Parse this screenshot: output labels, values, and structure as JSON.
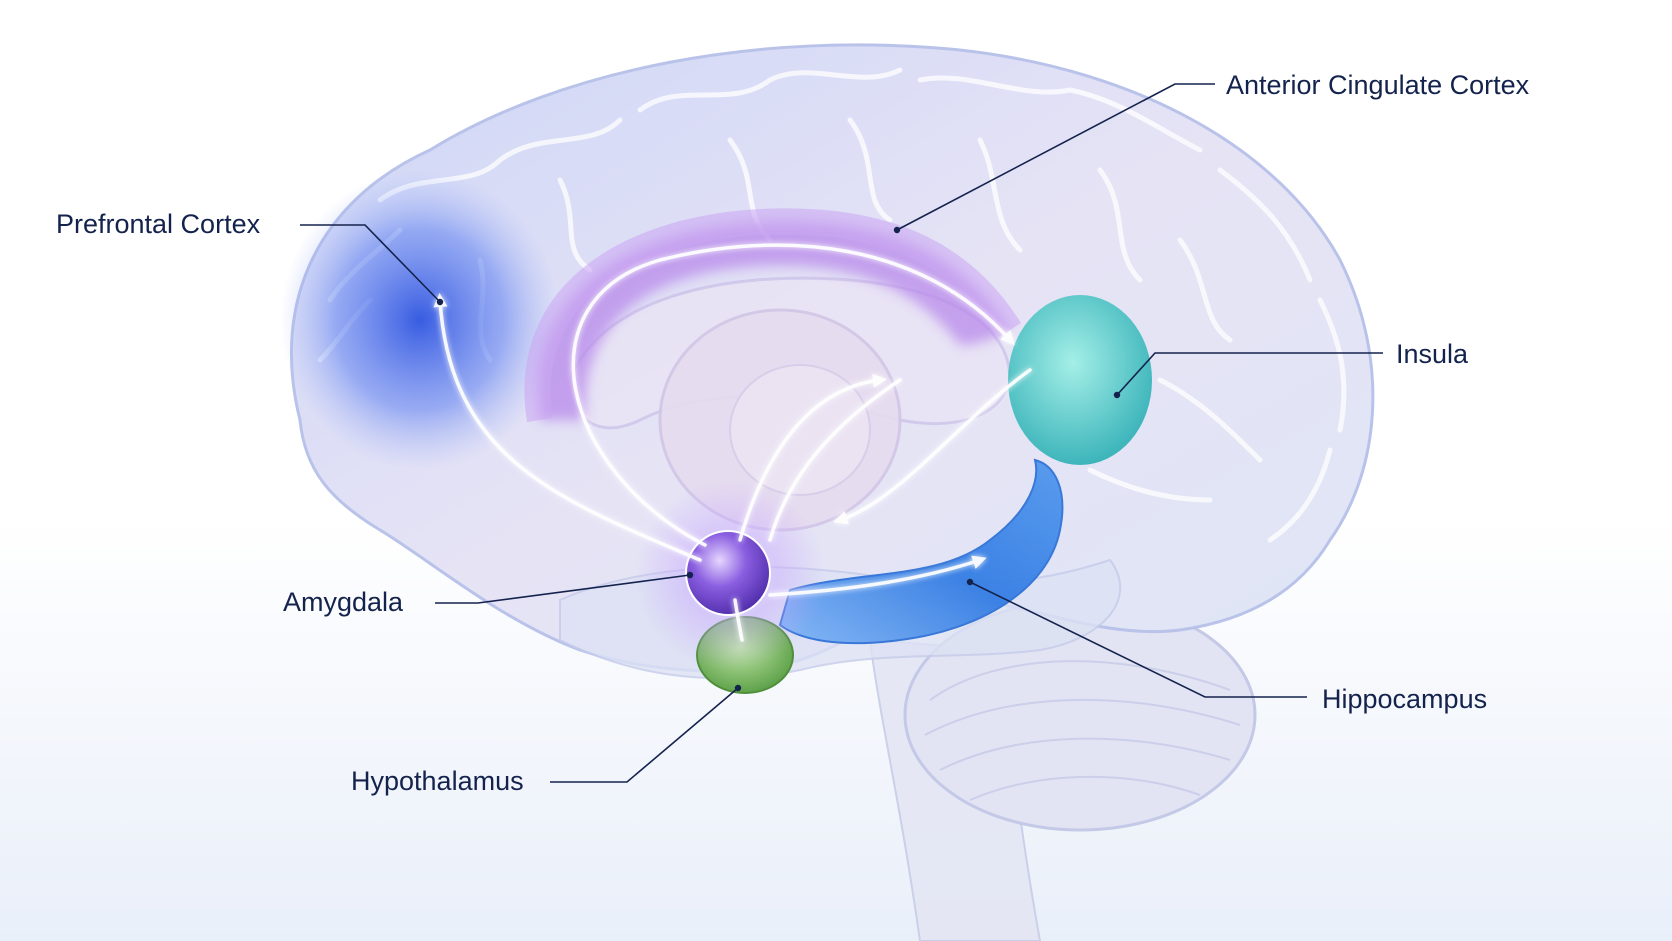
{
  "labels": {
    "anterior_cingulate_cortex": "Anterior Cingulate Cortex",
    "prefrontal_cortex": "Prefrontal Cortex",
    "insula": "Insula",
    "amygdala": "Amygdala",
    "hippocampus": "Hippocampus",
    "hypothalamus": "Hypothalamus"
  },
  "colors": {
    "prefrontal": "#3f66e6",
    "cingulate": "#b07ae8",
    "insula": "#4fc9c6",
    "amygdala": "#7b4fd6",
    "hippocampus": "#3d86e8",
    "hypothalamus": "#7fc26a",
    "leader_line": "#14234d",
    "brain_body": "#dfe4f6"
  }
}
